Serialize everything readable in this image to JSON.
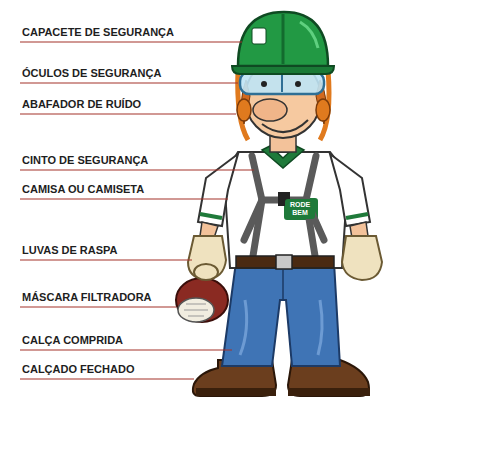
{
  "diagram": {
    "labels": [
      "CAPACETE DE SEGURANÇA",
      "ÓCULOS DE SEGURANÇA",
      "ABAFADOR DE RUÍDO",
      "CINTO DE SEGURANÇA",
      "CAMISA OU CAMISETA",
      "LUVAS DE RASPA",
      "MÁSCARA FILTRADORA",
      "CALÇA COMPRIDA",
      "CALÇADO FECHADO",
      "RODE BEM"
    ]
  }
}
